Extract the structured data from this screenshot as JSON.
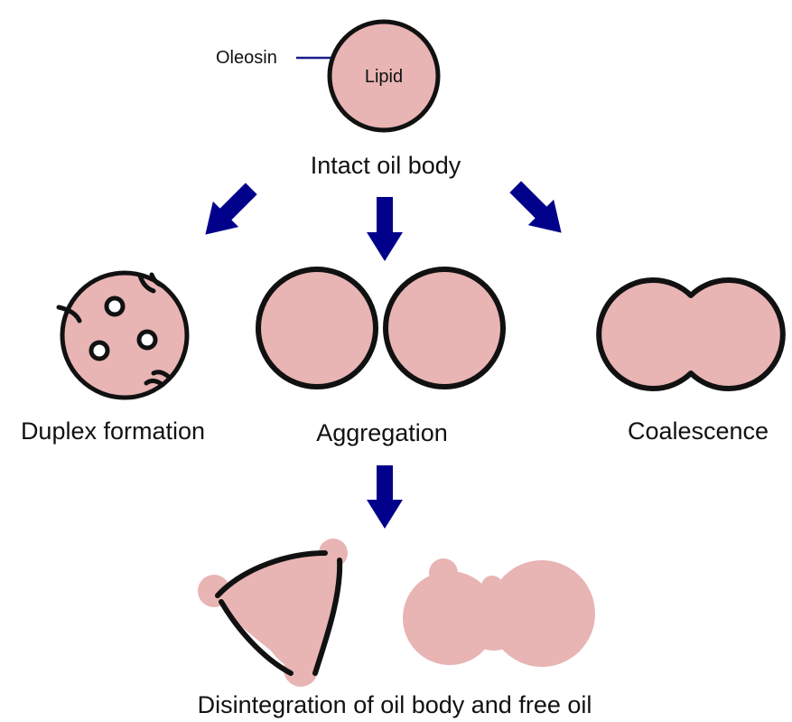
{
  "labels": {
    "oleosin": "Oleosin",
    "lipid": "Lipid",
    "intact": "Intact oil body",
    "duplex": "Duplex formation",
    "aggregation": "Aggregation",
    "coalescence": "Coalescence",
    "disintegration": "Disintegration of oil body and free oil"
  },
  "colors": {
    "lipid_fill": "#e8b4b4",
    "membrane": "#111111",
    "arrow": "#00008b",
    "leader_line": "#1a1a8c",
    "background": "#ffffff"
  }
}
